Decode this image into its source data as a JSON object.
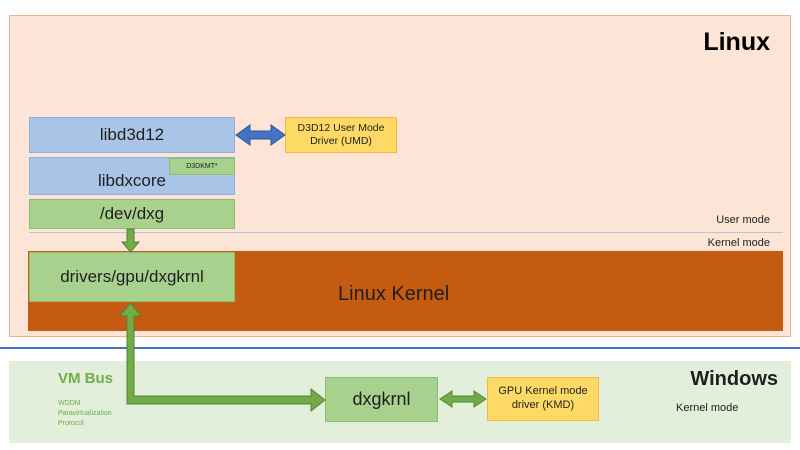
{
  "linux": {
    "title": "Linux",
    "libd3d12": "libd3d12",
    "libdxcore": "libdxcore",
    "d3dkmt": "D3DKMT*",
    "dev_dxg": "/dev/dxg",
    "umd_line1": "D3D12 User Mode",
    "umd_line2": "Driver (UMD)",
    "user_mode": "User mode",
    "kernel_mode": "Kernel mode",
    "kernel_label": "Linux Kernel",
    "drivers": "drivers/gpu/dxgkrnl"
  },
  "windows": {
    "title": "Windows",
    "kernel_mode": "Kernel mode",
    "dxgkrnl": "dxgkrnl",
    "kmd_line1": "GPU Kernel mode",
    "kmd_line2": "driver (KMD)"
  },
  "vmbus": {
    "title": "VM Bus",
    "sub_line1": "WDDM",
    "sub_line2": "Paravirtualization",
    "sub_line3": "Protocol"
  },
  "colors": {
    "linux_bg": "#fce4d6",
    "windows_bg": "#e2efda",
    "user_box": "#a9c4e6",
    "kernel_box": "#a9d18e",
    "driver_box": "#ffd966",
    "linux_kernel": "#c55a11",
    "blue_arrow": "#4472c4",
    "green_arrow": "#70ad47"
  }
}
